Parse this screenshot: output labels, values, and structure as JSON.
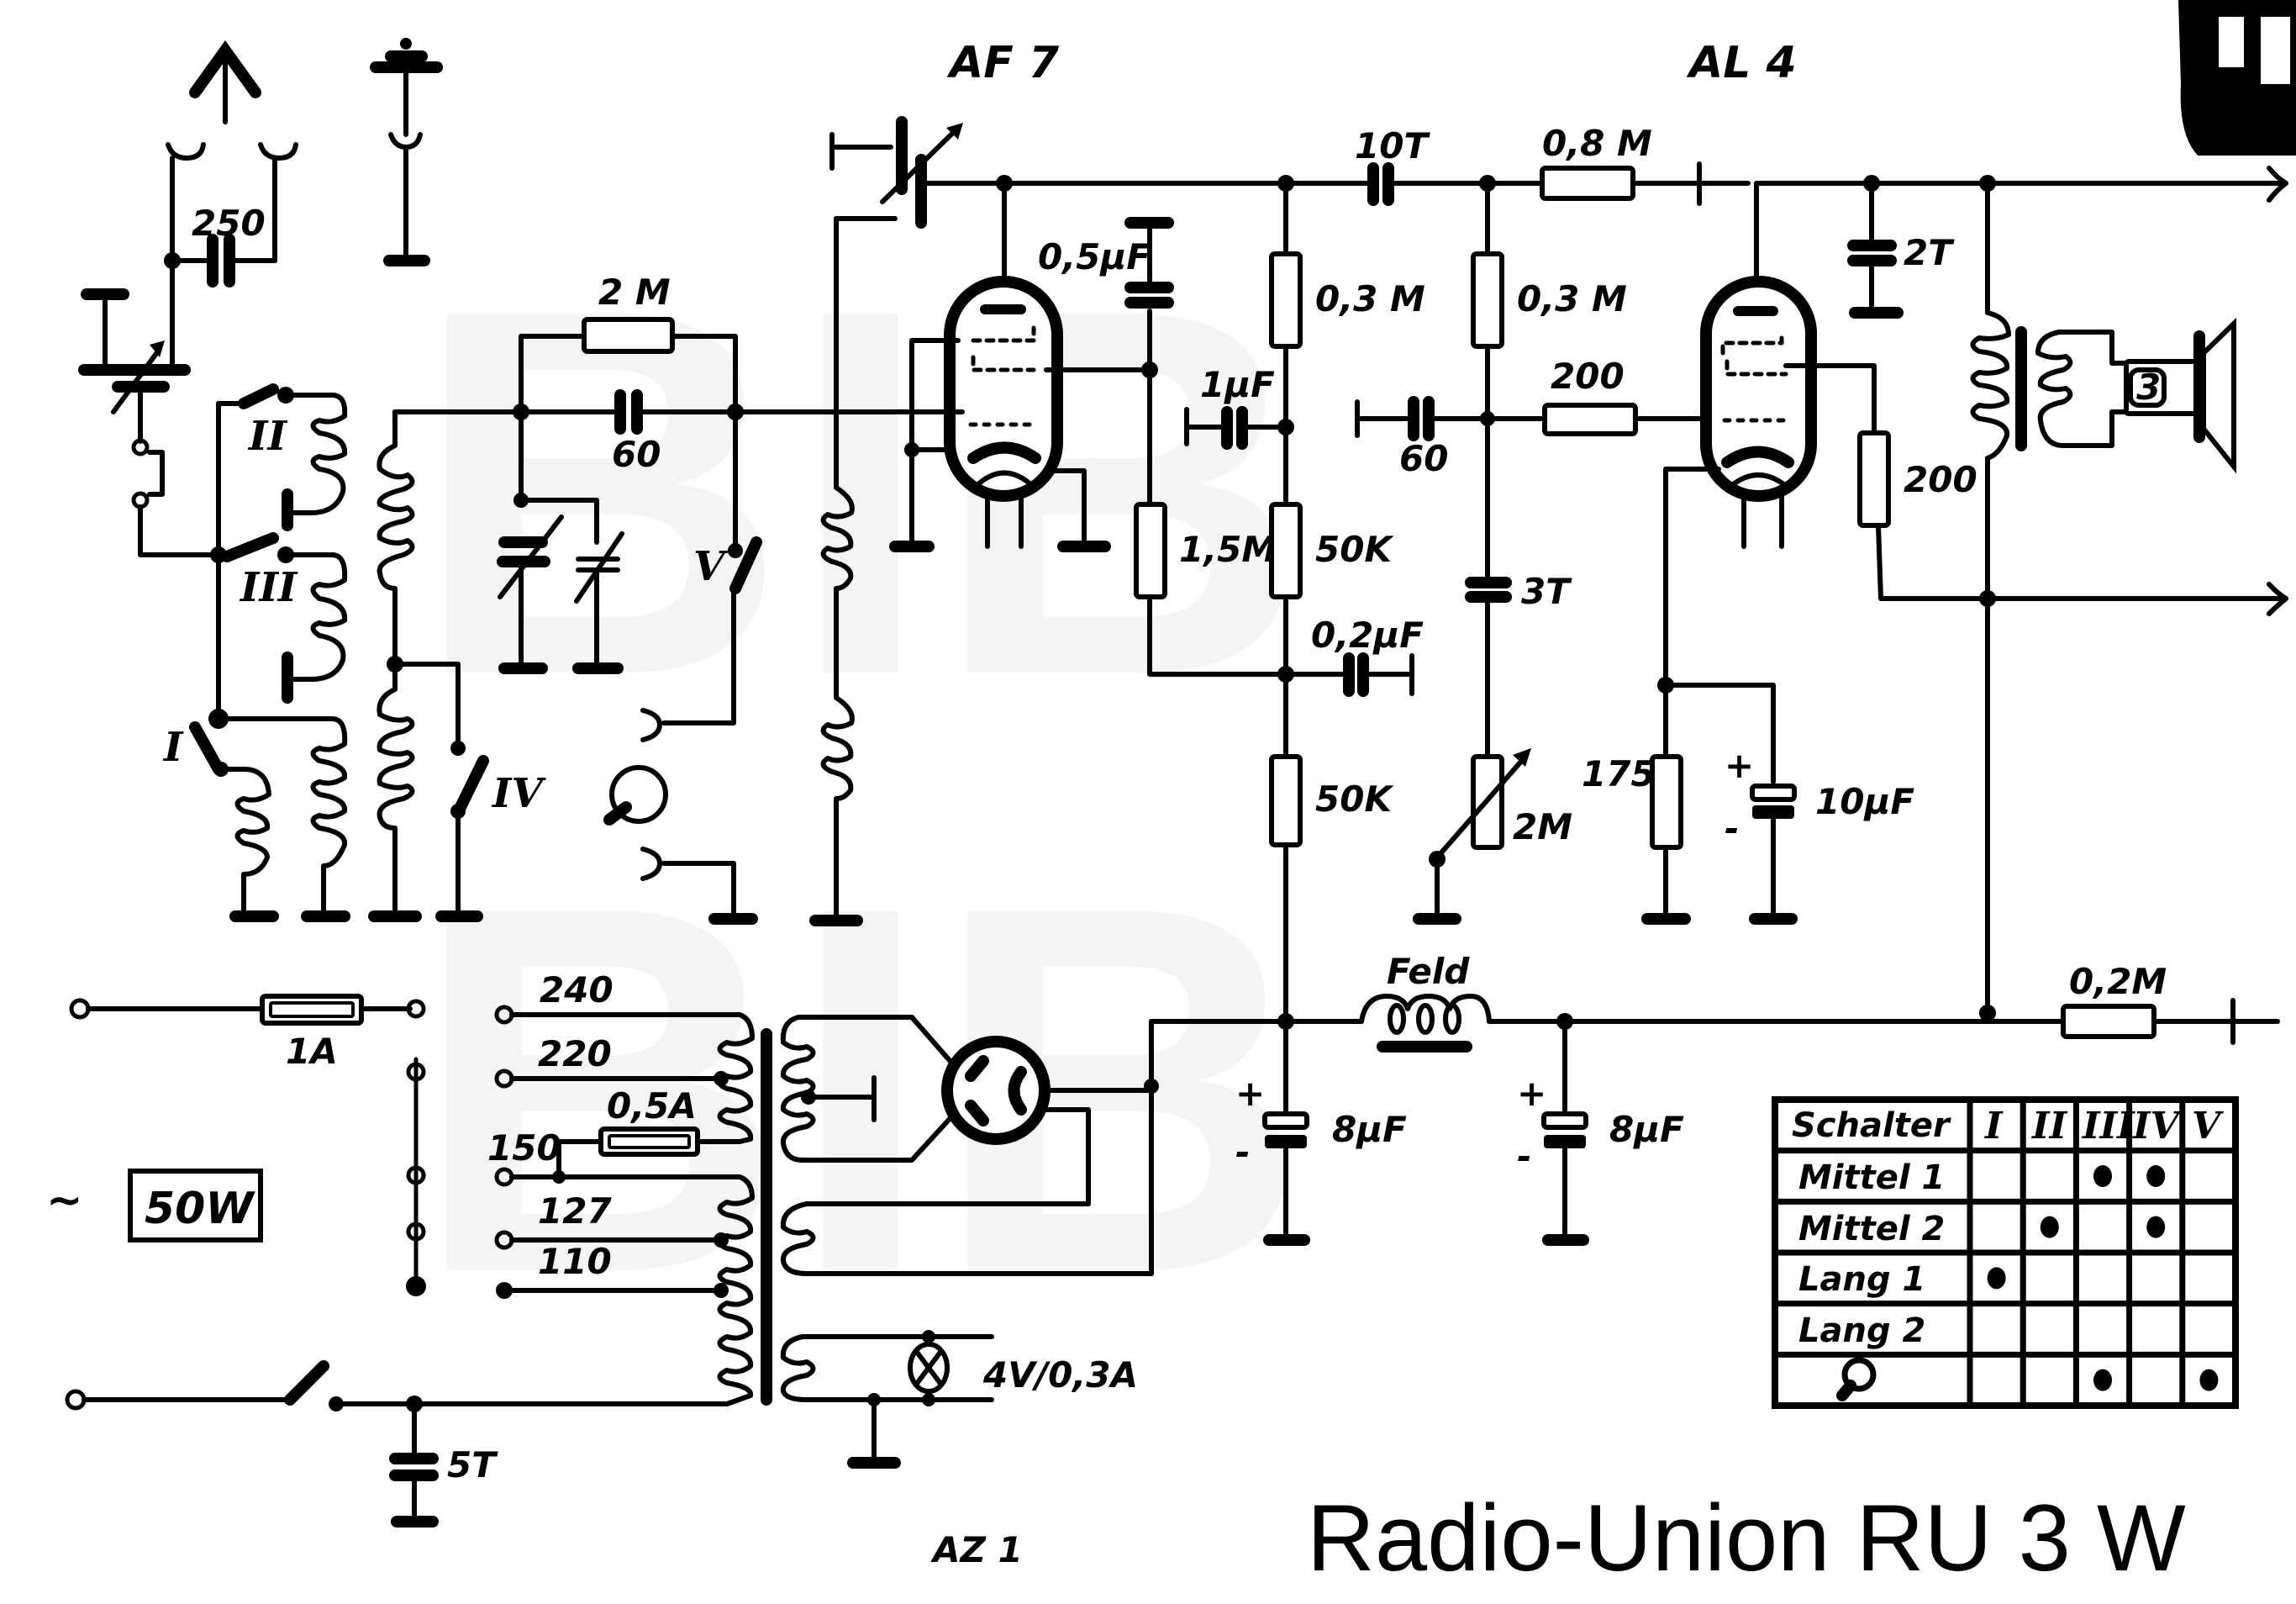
{
  "title": "Radio-Union RU 3 W",
  "watermark": [
    "BIB",
    "BIB"
  ],
  "tubes": {
    "rf_pentode": "AF 7",
    "output_pentode": "AL 4",
    "rectifier": "AZ 1"
  },
  "labels": {
    "antenna_cap": "250",
    "grid_leak": "2 M",
    "grid_cap": "60",
    "screen_cap": "0,5µF",
    "coupling_cap": "10T",
    "plate_res_1": "0,3 M",
    "plate_res_2": "0,3 M",
    "grid_res_out": "0,8 M",
    "tone_cap_out": "2T",
    "decoupling_cap": "1µF",
    "screen_res": "1,5M",
    "decoupling_res_1": "50K",
    "decoupling_cap_2": "0,2µF",
    "decoupling_res_2": "50K",
    "stopper_cap": "60",
    "grid_stopper": "200",
    "screen_stopper": "200",
    "tone_cap": "3T",
    "volume_pot": "2M",
    "cathode_res": "175",
    "cathode_cap": "10µF",
    "field_coil": "Feld",
    "filter_cap_1": "8µF",
    "filter_cap_2": "8µF",
    "bleeder": "0,2M",
    "fuse_main": "1A",
    "fuse_secondary": "0,5A",
    "mains_cap": "5T",
    "pilot_lamp": "4V/0,3A",
    "power_rating": "50W",
    "ac_symbol": "~",
    "speaker_impedance": "3",
    "switches": [
      "I",
      "II",
      "III",
      "IV",
      "V"
    ]
  },
  "voltage_taps": [
    "240",
    "220",
    "150",
    "127",
    "110"
  ],
  "switch_table": {
    "header": [
      "Schalter",
      "I",
      "II",
      "III",
      "IV",
      "V"
    ],
    "rows": [
      {
        "label": "Mittel 1",
        "on": [
          false,
          false,
          true,
          true,
          false
        ]
      },
      {
        "label": "Mittel 2",
        "on": [
          false,
          true,
          false,
          true,
          false
        ]
      },
      {
        "label": "Lang 1",
        "on": [
          true,
          false,
          false,
          false,
          false
        ]
      },
      {
        "label": "Lang 2",
        "on": [
          false,
          false,
          false,
          false,
          false
        ]
      },
      {
        "label": "pickup-symbol",
        "on": [
          false,
          false,
          true,
          false,
          true
        ]
      }
    ]
  }
}
